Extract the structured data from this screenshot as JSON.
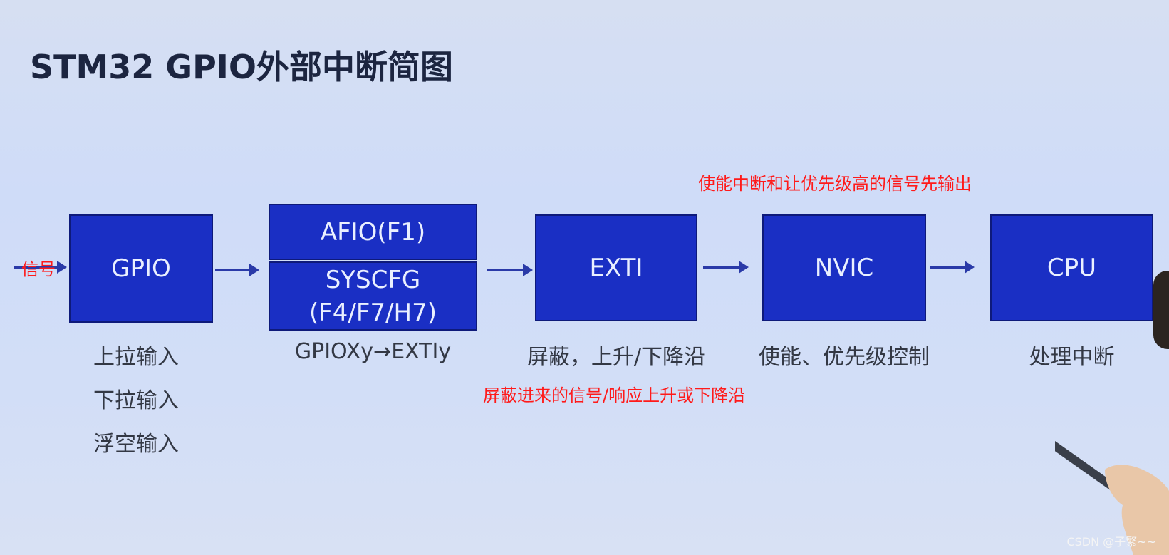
{
  "title": "STM32 GPIO外部中断简图",
  "input_label": "信号",
  "boxes": {
    "gpio": "GPIO",
    "afio": "AFIO(F1)",
    "syscfg_line1": "SYSCFG",
    "syscfg_line2": "(F4/F7/H7)",
    "exti": "EXTI",
    "nvic": "NVIC",
    "cpu": "CPU"
  },
  "captions": {
    "gpio": [
      "上拉输入",
      "下拉输入",
      "浮空输入"
    ],
    "afio": "GPIOXy→EXTIy",
    "exti": "屏蔽，上升/下降沿",
    "nvic": "使能、优先级控制",
    "cpu": "处理中断"
  },
  "annotations": {
    "top": "使能中断和让优先级高的信号先输出",
    "bottom": "屏蔽进来的信号/响应上升或下降沿"
  },
  "watermark": "CSDN @子繁~~",
  "colors": {
    "box": "#1a2fc4",
    "annotation": "#ff1a1a",
    "arrow": "#2a3aa8"
  }
}
